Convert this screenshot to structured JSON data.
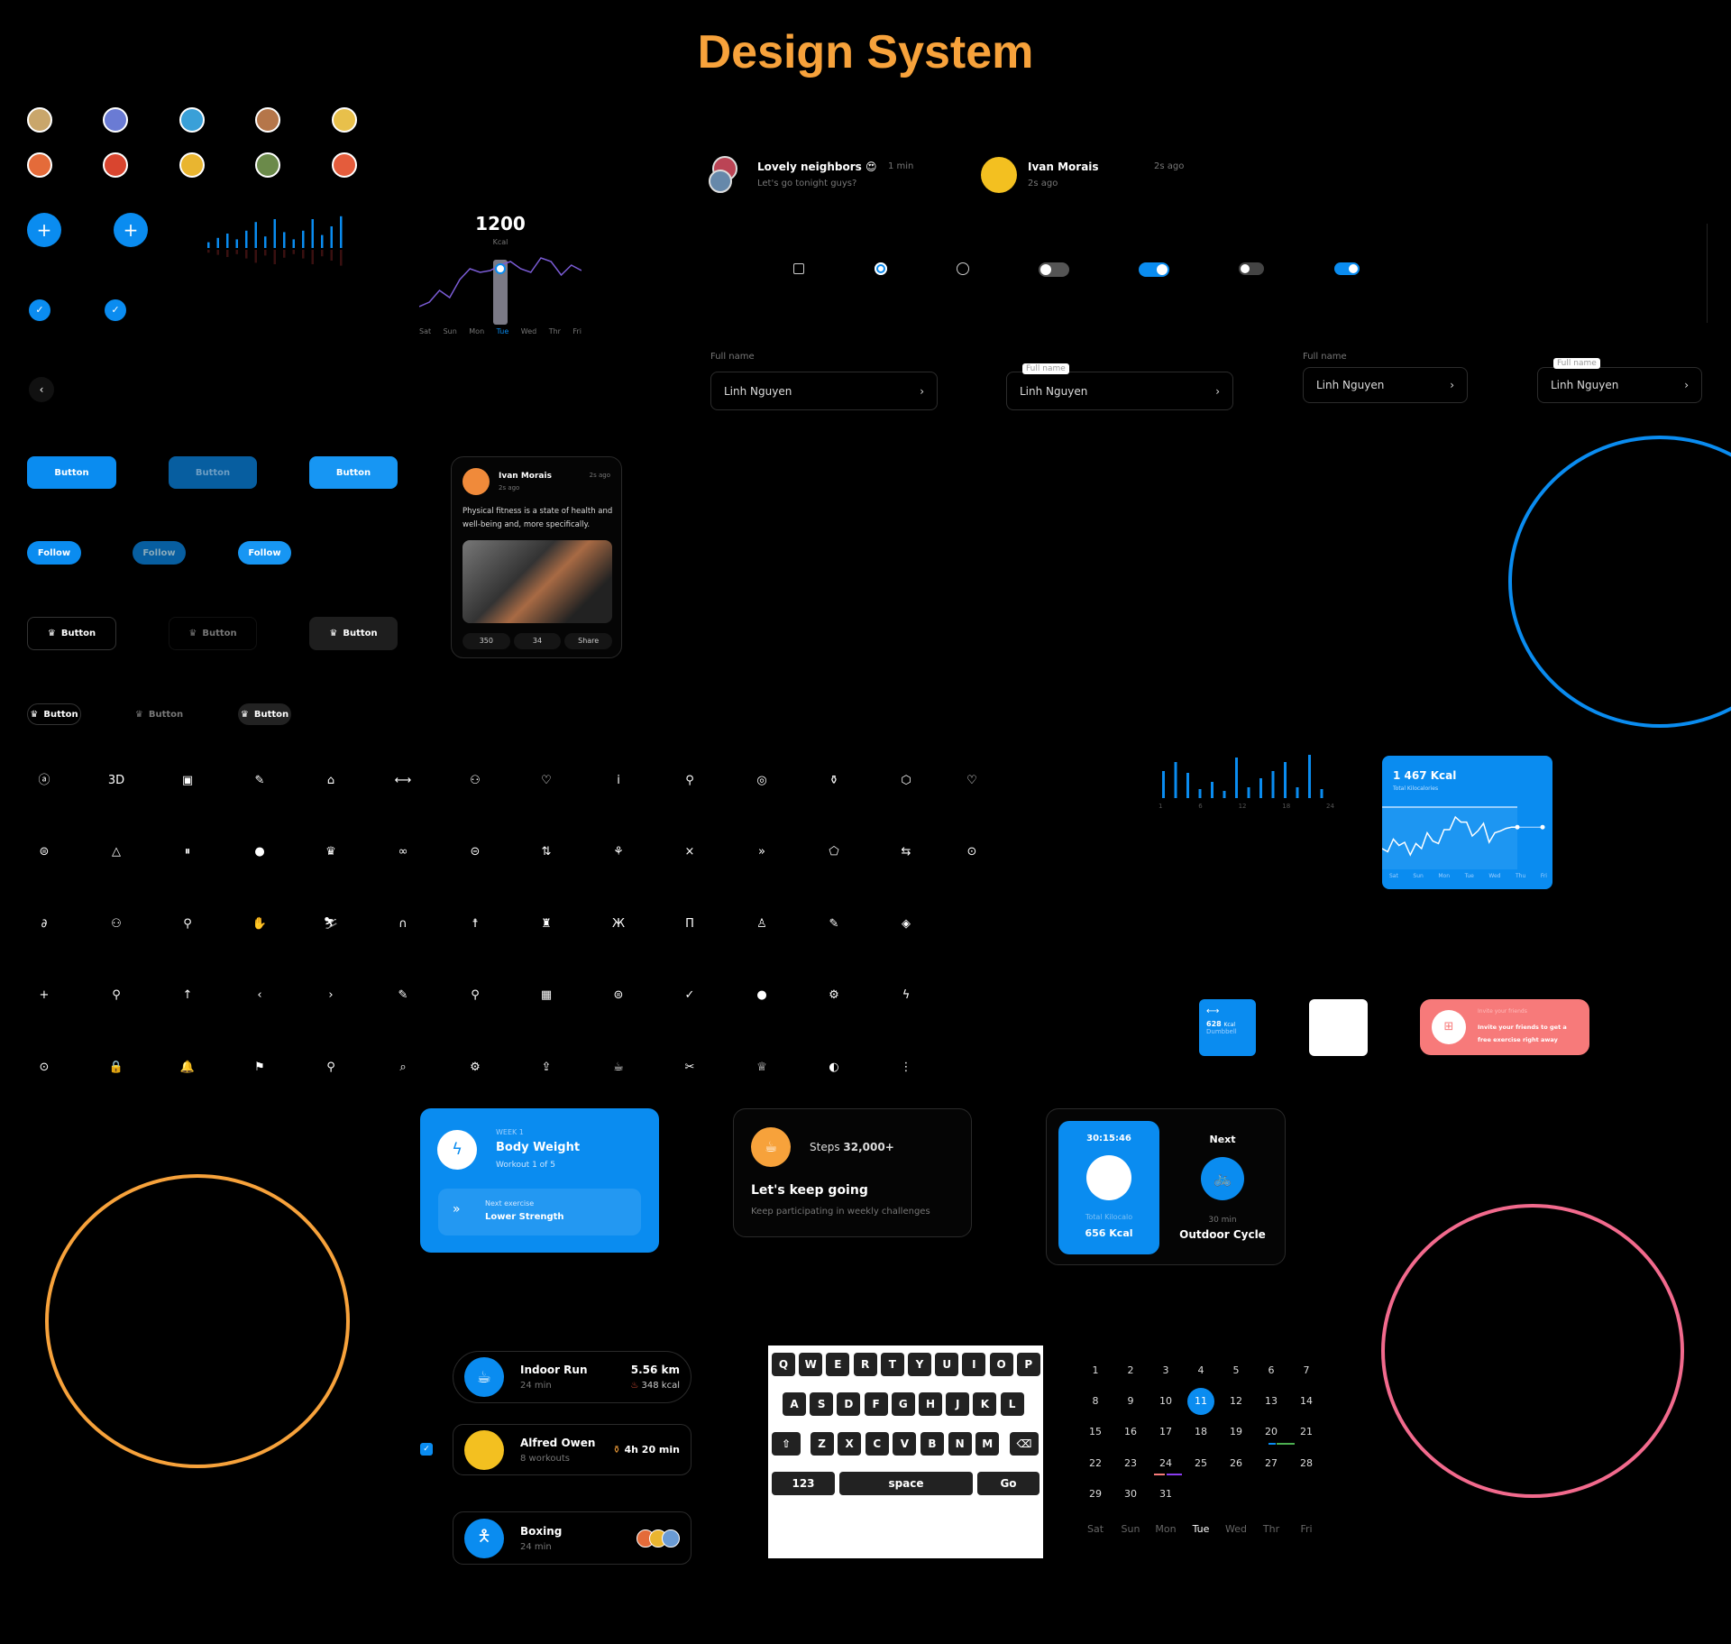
{
  "title": "Design System",
  "avatars": [
    "#c9a66b",
    "#6a7bd4",
    "#3aa0d8",
    "#b5764a",
    "#e8c04b",
    "#e46b3a",
    "#d9452f",
    "#e9b530",
    "#6b8a4a",
    "#e45c3c"
  ],
  "colors": {
    "accent": "#0a8cf0",
    "orange": "#f7a23b",
    "pink": "#f26a8d",
    "coral": "#f77a7a"
  },
  "fab": {
    "plus": "+",
    "check": "✓"
  },
  "mini_bars": [
    4,
    7,
    10,
    6,
    12,
    18,
    8,
    20,
    11,
    6,
    12,
    20,
    9,
    15,
    22
  ],
  "kcal_chart": {
    "value": "1200",
    "unit": "Kcal",
    "days": [
      "Sat",
      "Sun",
      "Mon",
      "Tue",
      "Wed",
      "Thr",
      "Fri"
    ],
    "selected": "Tue",
    "series": [
      20,
      25,
      38,
      30,
      50,
      62,
      58,
      60,
      66,
      70,
      62,
      58,
      74,
      70,
      55,
      66,
      60
    ]
  },
  "buttons": {
    "primary": "Button",
    "follow": "Follow"
  },
  "post": {
    "name": "Ivan Morais",
    "time": "2s ago",
    "sub": "2s ago",
    "text": "Physical fitness is a state of health and well-being and, more specifically.",
    "likes": "350",
    "comments": "34",
    "share": "Share"
  },
  "chats": [
    {
      "name": "Lovely neighbors",
      "emoji": "😍",
      "msg": "Let's go tonight guys?",
      "time": "1 min"
    },
    {
      "name": "Ivan Morais",
      "msg": "2s ago",
      "time": "2s ago"
    }
  ],
  "toggles": [
    false,
    true,
    false,
    true
  ],
  "inputs": [
    {
      "label": "Full name",
      "value": "Linh Nguyen"
    },
    {
      "label": "Full name",
      "value": "Linh Nguyen"
    },
    {
      "label": "Full name",
      "value": "Linh Nguyen"
    },
    {
      "label": "Full name",
      "value": "Linh Nguyen"
    }
  ],
  "bars2": {
    "values": [
      30,
      40,
      28,
      10,
      18,
      8,
      45,
      12,
      22,
      30,
      40,
      12,
      48,
      10
    ],
    "ticks": [
      "1",
      "6",
      "12",
      "18",
      "24"
    ]
  },
  "total_card": {
    "value": "1 467 Kcal",
    "label": "Total Kilocalories",
    "days": [
      "Sat",
      "Sun",
      "Mon",
      "Tue",
      "Wed",
      "Thu",
      "Fri"
    ],
    "series": [
      30,
      25,
      45,
      35,
      40,
      20,
      38,
      30,
      55,
      42,
      38,
      60,
      60,
      80,
      72,
      72,
      50,
      58,
      70,
      40,
      55,
      58,
      62,
      64,
      64
    ]
  },
  "dumbbell": {
    "value": "628",
    "unit": "Kcal",
    "label": "Dumbbell"
  },
  "invite": {
    "small": "Invite your friends",
    "text": "Invite your friends to get a free exercise right away"
  },
  "body_weight": {
    "week": "WEEK 1",
    "title": "Body Weight",
    "sub": "Workout 1 of 5",
    "next_label": "Next exercise",
    "next": "Lower Strength"
  },
  "steps": {
    "label": "Steps",
    "value": "32,000+",
    "title": "Let's keep going",
    "sub": "Keep participating in weekly challenges"
  },
  "timer": {
    "time": "30:15:46",
    "label": "Total Kilocalo",
    "kcal": "656 Kcal",
    "next": "Next",
    "duration": "30 min",
    "activity": "Outdoor Cycle"
  },
  "list": [
    {
      "title": "Indoor Run",
      "sub": "24 min",
      "value": "5.56 km",
      "extra": "348 kcal"
    },
    {
      "title": "Alfred Owen",
      "sub": "8 workouts",
      "value": "4h 20 min"
    },
    {
      "title": "Boxing",
      "sub": "24 min"
    }
  ],
  "keyboard": {
    "rows": [
      [
        "Q",
        "W",
        "E",
        "R",
        "T",
        "Y",
        "U",
        "I",
        "O",
        "P"
      ],
      [
        "A",
        "S",
        "D",
        "F",
        "G",
        "H",
        "J",
        "K",
        "L"
      ],
      [
        "⇧",
        "Z",
        "X",
        "C",
        "V",
        "B",
        "N",
        "M",
        "⌫"
      ]
    ],
    "num": "123",
    "space": "space",
    "go": "Go"
  },
  "calendar": {
    "days": [
      "Sat",
      "Sun",
      "Mon",
      "Tue",
      "Wed",
      "Thr",
      "Fri"
    ],
    "selected": 11,
    "today_col": "Tue",
    "count": 31
  },
  "icons": [
    [
      "ⓐ",
      "3D",
      "▣",
      "✎",
      "⌂",
      "⟷",
      "⚇",
      "♡",
      "i",
      "⚲",
      "◎",
      "⚱",
      "⬡",
      "♡"
    ],
    [
      "⊜",
      "△",
      "⏸",
      "●",
      "♛",
      "∞",
      "⊝",
      "⇅",
      "⚘",
      "×",
      "»",
      "⬠",
      "⇆",
      "⊙"
    ],
    [
      "∂",
      "⚇",
      "⚲",
      "✋",
      "⛷",
      "∩",
      "☨",
      "♜",
      "Ж",
      "Π",
      "♙",
      "✎",
      "◈"
    ],
    [
      "+",
      "⚲",
      "↑",
      "‹",
      "›",
      "✎",
      "⚲",
      "▦",
      "⊜",
      "✓",
      "●",
      "⚙",
      "ϟ"
    ],
    [
      "⊙",
      "🔒",
      "🔔",
      "⚑",
      "⚲",
      "⌕",
      "⚙",
      "⇪",
      "☕",
      "✂",
      "♕",
      "◐",
      "⋮"
    ]
  ]
}
